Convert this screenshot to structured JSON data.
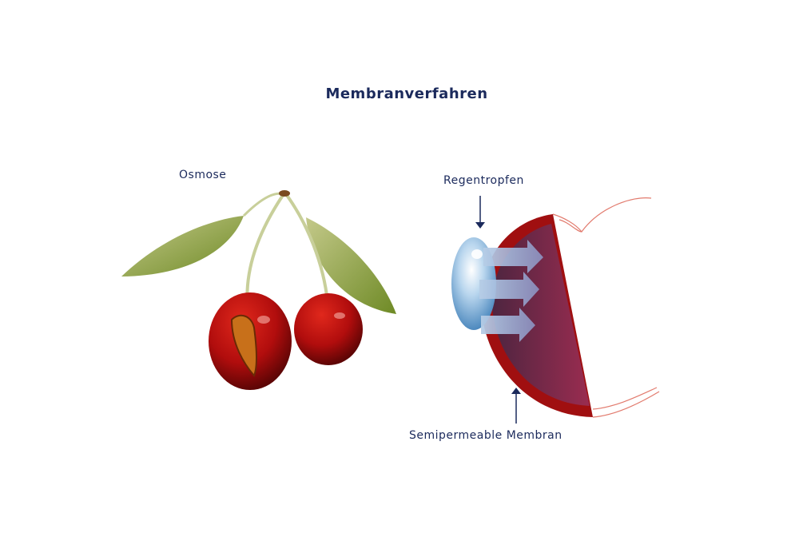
{
  "title": "Membranverfahren",
  "labels": {
    "osmose": "Osmose",
    "raindrop": "Regentropfen",
    "membrane": "Semipermeable Membran"
  },
  "colors": {
    "text": "#1b2a5c",
    "membrane": "#a00f10",
    "flesh": "#7a2446",
    "drop": "#7fb0d8"
  }
}
